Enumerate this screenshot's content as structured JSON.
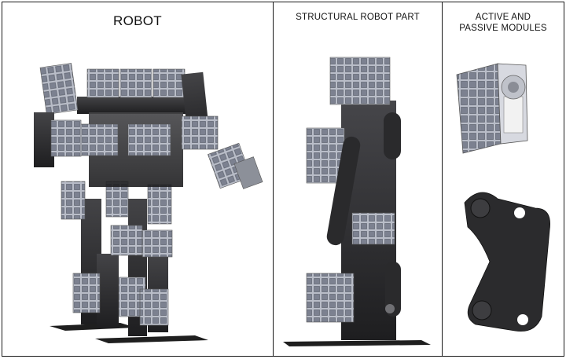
{
  "panels": {
    "robot": {
      "title": "ROBOT"
    },
    "structural": {
      "title": "STRUCTURAL ROBOT PART"
    },
    "modules": {
      "title": "ACTIVE AND PASSIVE MODULES"
    }
  },
  "colors": {
    "border": "#1a1a1a",
    "module_metal": "#b8bcc7",
    "module_shadow": "#6e7382",
    "bracket_dark": "#2b2b2d",
    "floor_plate": "#222222"
  }
}
